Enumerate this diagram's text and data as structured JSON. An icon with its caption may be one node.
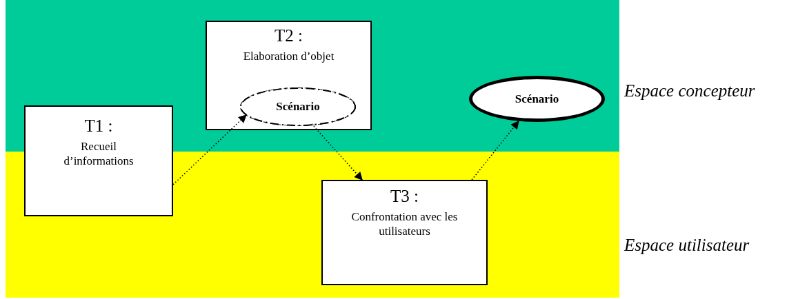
{
  "diagram": {
    "nodes": [
      {
        "text": [
          "T1 :",
          "Recueil d’informations"
        ]
      },
      {
        "text": [
          "T2 :",
          "Elaboration d’objet"
        ]
      },
      {
        "text": [
          "Scénario"
        ],
        "in": 1
      },
      {
        "text": [
          "T3 :",
          "Confrontation avec les utilisateurs"
        ]
      },
      {
        "text": [
          "Scénario"
        ]
      }
    ],
    "edges": [
      {
        "from": 0,
        "to": 2,
        "arrow": "to",
        "style": "dashed"
      },
      {
        "from": 2,
        "to": 3,
        "arrow": "to",
        "style": "dashed"
      },
      {
        "from": 3,
        "to": 4,
        "arrow": "to",
        "style": "dashed"
      }
    ],
    "labels": [
      "Espace concepteur",
      "Espace utilisateur"
    ]
  }
}
